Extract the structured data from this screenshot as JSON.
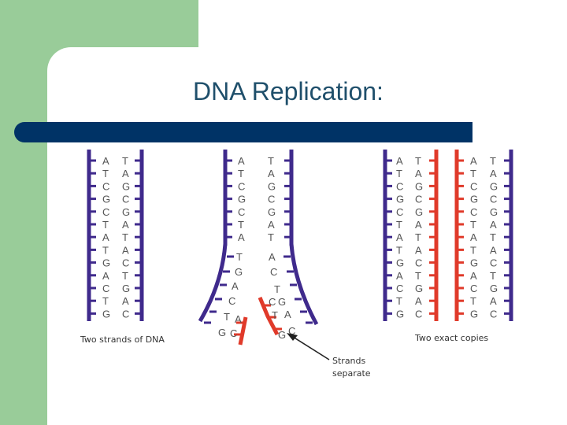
{
  "slide": {
    "title": "DNA Replication:",
    "colors": {
      "green": "#99cc99",
      "title_bar": "#003366",
      "title_text": "#1f4f6b",
      "strand_blue": "#3f2a8c",
      "strand_red": "#e03a2a"
    }
  },
  "diagram": {
    "caption_left": "Two strands of DNA",
    "caption_right": "Two exact copies",
    "arrow_label_line1": "Strands",
    "arrow_label_line2": "separate",
    "original_left_strand": [
      "A",
      "T",
      "C",
      "G",
      "C",
      "T",
      "A",
      "T",
      "G",
      "A",
      "C",
      "T",
      "G"
    ],
    "original_right_strand": [
      "T",
      "A",
      "G",
      "C",
      "G",
      "A",
      "T",
      "A",
      "C",
      "T",
      "G",
      "A",
      "C"
    ],
    "separating_left_upper": [
      "A",
      "T",
      "C",
      "G",
      "C",
      "T",
      "A"
    ],
    "separating_right_upper": [
      "T",
      "A",
      "G",
      "C",
      "G",
      "A",
      "T"
    ],
    "separating_left_lower": [
      "T",
      "G",
      "A",
      "C",
      "T",
      "G"
    ],
    "separating_right_lower": [
      "A",
      "C",
      "T",
      "G",
      "A",
      "C"
    ],
    "separating_new_left": [
      "A",
      "C"
    ],
    "separating_new_right": [
      "C",
      "T",
      "G"
    ],
    "copy1_old": [
      "A",
      "T",
      "C",
      "G",
      "C",
      "T",
      "A",
      "T",
      "G",
      "A",
      "C",
      "T",
      "G"
    ],
    "copy1_new": [
      "T",
      "A",
      "G",
      "C",
      "G",
      "A",
      "T",
      "A",
      "C",
      "T",
      "G",
      "A",
      "C"
    ],
    "copy2_new": [
      "A",
      "T",
      "C",
      "G",
      "C",
      "T",
      "A",
      "T",
      "G",
      "A",
      "C",
      "T",
      "G"
    ],
    "copy2_old": [
      "T",
      "A",
      "G",
      "C",
      "G",
      "A",
      "T",
      "A",
      "C",
      "T",
      "G",
      "A",
      "C"
    ]
  }
}
